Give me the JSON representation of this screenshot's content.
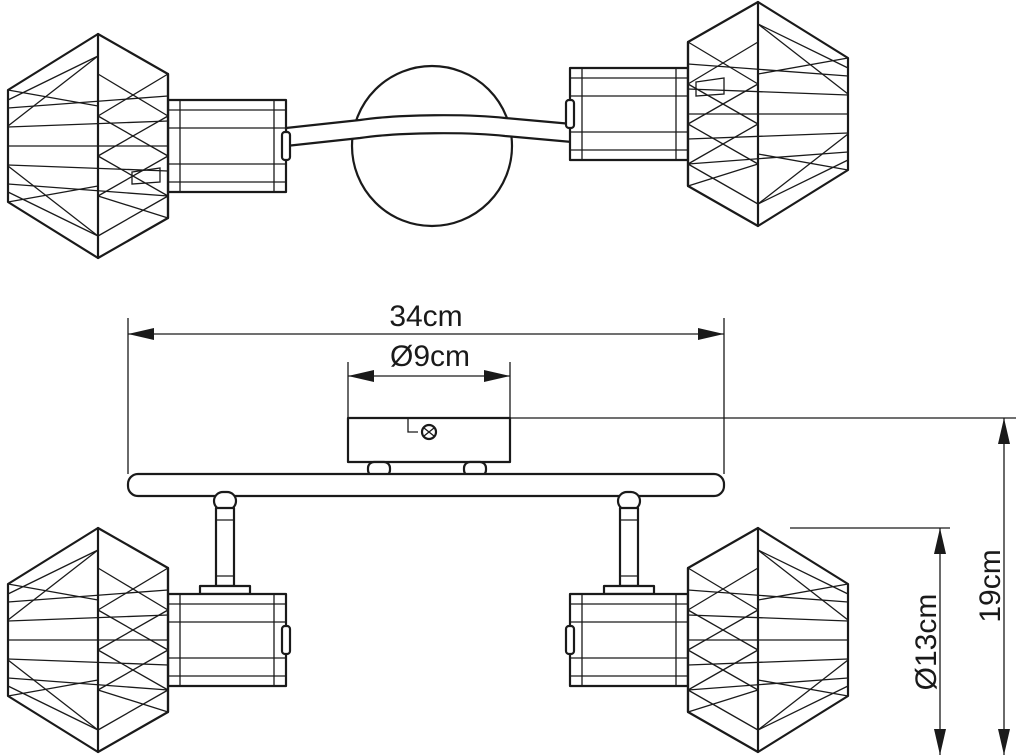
{
  "dimensions": {
    "width_label": "34cm",
    "base_diameter_label": "Ø9cm",
    "height_label": "19cm",
    "shade_diameter_label": "Ø13cm"
  },
  "colors": {
    "line": "#1a1a1a",
    "background": "#ffffff"
  }
}
